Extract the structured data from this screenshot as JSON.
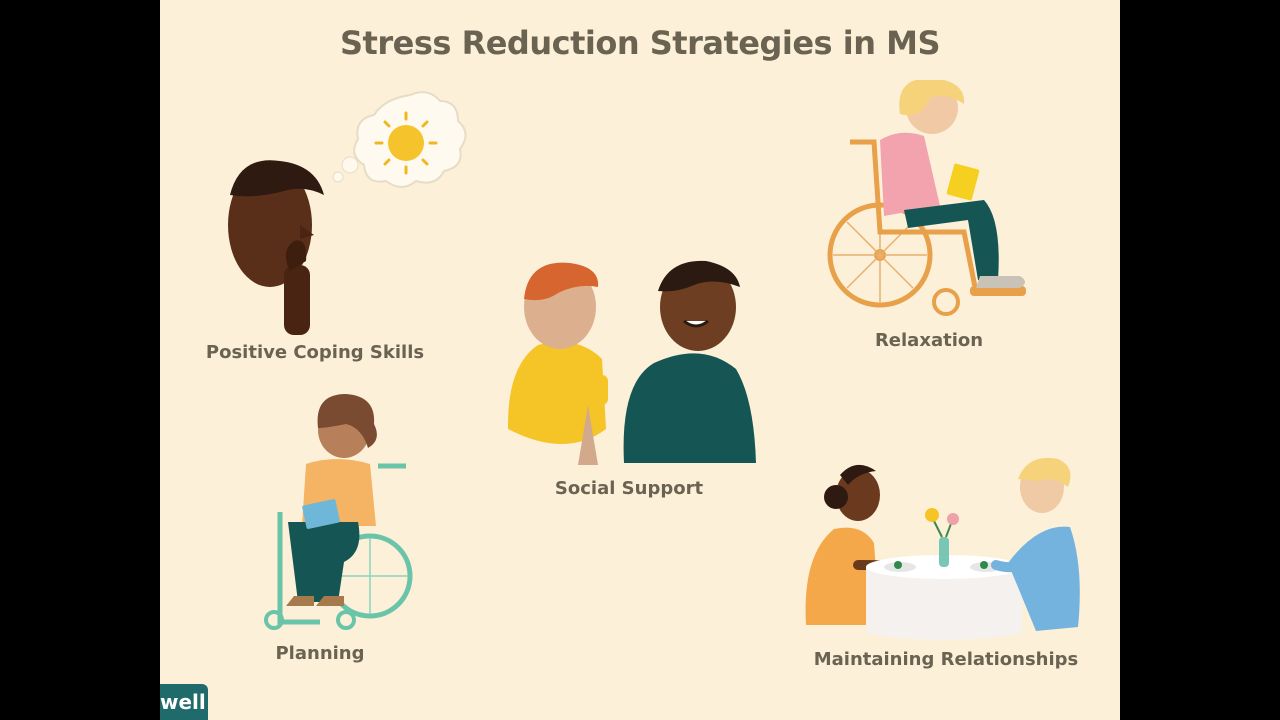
{
  "title": "Stress Reduction Strategies in MS",
  "labels": {
    "positive_coping": "Positive Coping Skills",
    "relaxation": "Relaxation",
    "social_support": "Social Support",
    "planning": "Planning",
    "maintaining_relationships": "Maintaining Relationships"
  },
  "logo": {
    "text": "well"
  },
  "colors": {
    "background": "#fcf0d8",
    "text": "#6b6352",
    "logo": "#1f6a6a"
  }
}
